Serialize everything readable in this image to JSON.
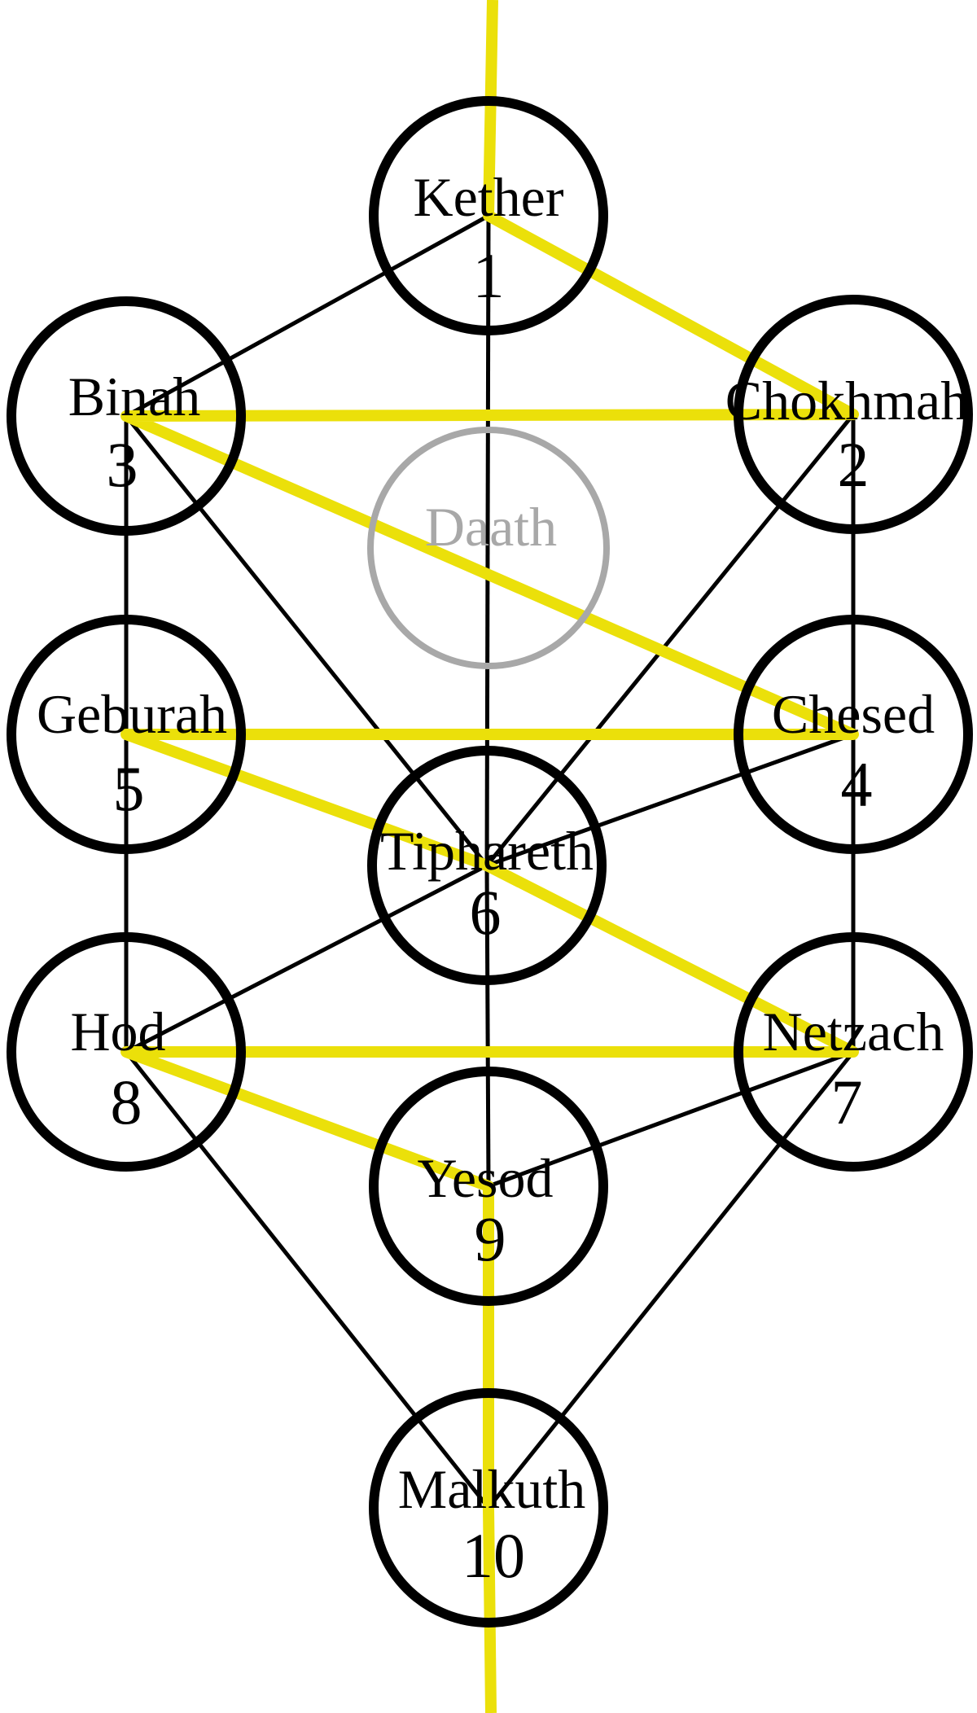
{
  "colors": {
    "lines": "#000000",
    "lightning": "#ebe00a",
    "hidden_node": "#a8a8a8"
  },
  "nodes": [
    {
      "id": "kether",
      "name": "Kether",
      "number": "1"
    },
    {
      "id": "chokhmah",
      "name": "Chokhmah",
      "number": "2"
    },
    {
      "id": "binah",
      "name": "Binah",
      "number": "3"
    },
    {
      "id": "chesed",
      "name": "Chesed",
      "number": "4"
    },
    {
      "id": "geburah",
      "name": "Geburah",
      "number": "5"
    },
    {
      "id": "tiphareth",
      "name": "Tiphareth",
      "number": "6"
    },
    {
      "id": "netzach",
      "name": "Netzach",
      "number": "7"
    },
    {
      "id": "hod",
      "name": "Hod",
      "number": "8"
    },
    {
      "id": "yesod",
      "name": "Yesod",
      "number": "9"
    },
    {
      "id": "malkuth",
      "name": "Malkuth",
      "number": "10"
    },
    {
      "id": "daath",
      "name": "Daath",
      "number": ""
    }
  ],
  "paths": [
    [
      "kether",
      "chokhmah"
    ],
    [
      "kether",
      "binah"
    ],
    [
      "kether",
      "tiphareth"
    ],
    [
      "chokhmah",
      "binah"
    ],
    [
      "chokhmah",
      "chesed"
    ],
    [
      "chokhmah",
      "tiphareth"
    ],
    [
      "binah",
      "geburah"
    ],
    [
      "binah",
      "tiphareth"
    ],
    [
      "chesed",
      "geburah"
    ],
    [
      "chesed",
      "tiphareth"
    ],
    [
      "chesed",
      "netzach"
    ],
    [
      "geburah",
      "tiphareth"
    ],
    [
      "geburah",
      "hod"
    ],
    [
      "tiphareth",
      "netzach"
    ],
    [
      "tiphareth",
      "hod"
    ],
    [
      "tiphareth",
      "yesod"
    ],
    [
      "netzach",
      "hod"
    ],
    [
      "netzach",
      "yesod"
    ],
    [
      "netzach",
      "malkuth"
    ],
    [
      "hod",
      "yesod"
    ],
    [
      "hod",
      "malkuth"
    ],
    [
      "yesod",
      "malkuth"
    ]
  ],
  "lightning_flash": [
    "kether",
    "chokhmah",
    "binah",
    "chesed",
    "geburah",
    "tiphareth",
    "netzach",
    "hod",
    "yesod",
    "malkuth"
  ]
}
